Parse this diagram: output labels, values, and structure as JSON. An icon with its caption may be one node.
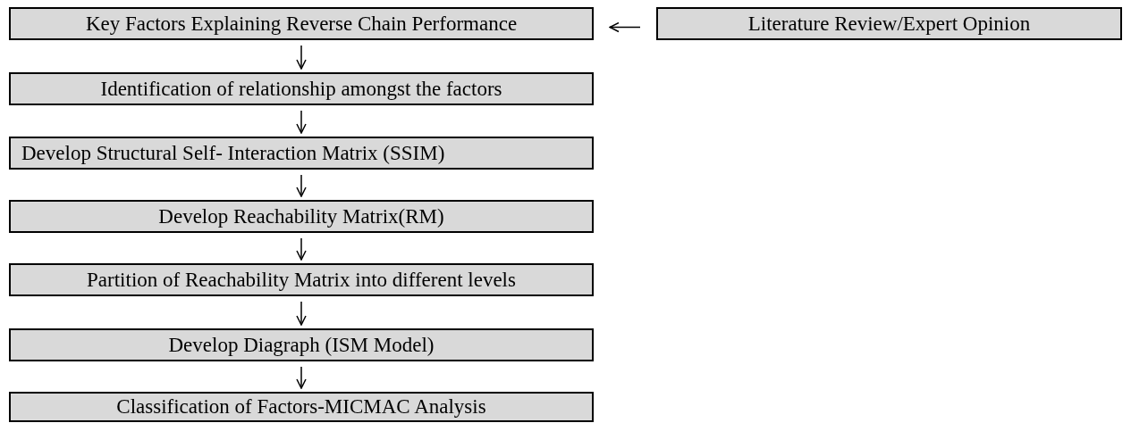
{
  "diagram": {
    "nodes": [
      {
        "text": [
          "Key Factors Explaining Reverse Chain Performance"
        ]
      },
      {
        "text": [
          "Literature Review/Expert Opinion"
        ]
      },
      {
        "text": [
          "Identification of relationship amongst the factors"
        ]
      },
      {
        "text": [
          "Develop Structural Self- Interaction Matrix (SSIM)"
        ]
      },
      {
        "text": [
          "Develop Reachability Matrix(RM)"
        ]
      },
      {
        "text": [
          "Partition of Reachability Matrix into different levels"
        ]
      },
      {
        "text": [
          "Develop Diagraph (ISM Model)"
        ]
      },
      {
        "text": [
          "Classification of Factors-MICMAC Analysis"
        ]
      }
    ],
    "edges": [
      {
        "from": 1,
        "to": 0,
        "arrow": "to"
      },
      {
        "from": 0,
        "to": 2,
        "arrow": "to"
      },
      {
        "from": 2,
        "to": 3,
        "arrow": "to"
      },
      {
        "from": 3,
        "to": 4,
        "arrow": "to"
      },
      {
        "from": 4,
        "to": 5,
        "arrow": "to"
      },
      {
        "from": 5,
        "to": 6,
        "arrow": "to"
      },
      {
        "from": 6,
        "to": 7,
        "arrow": "to"
      }
    ]
  }
}
